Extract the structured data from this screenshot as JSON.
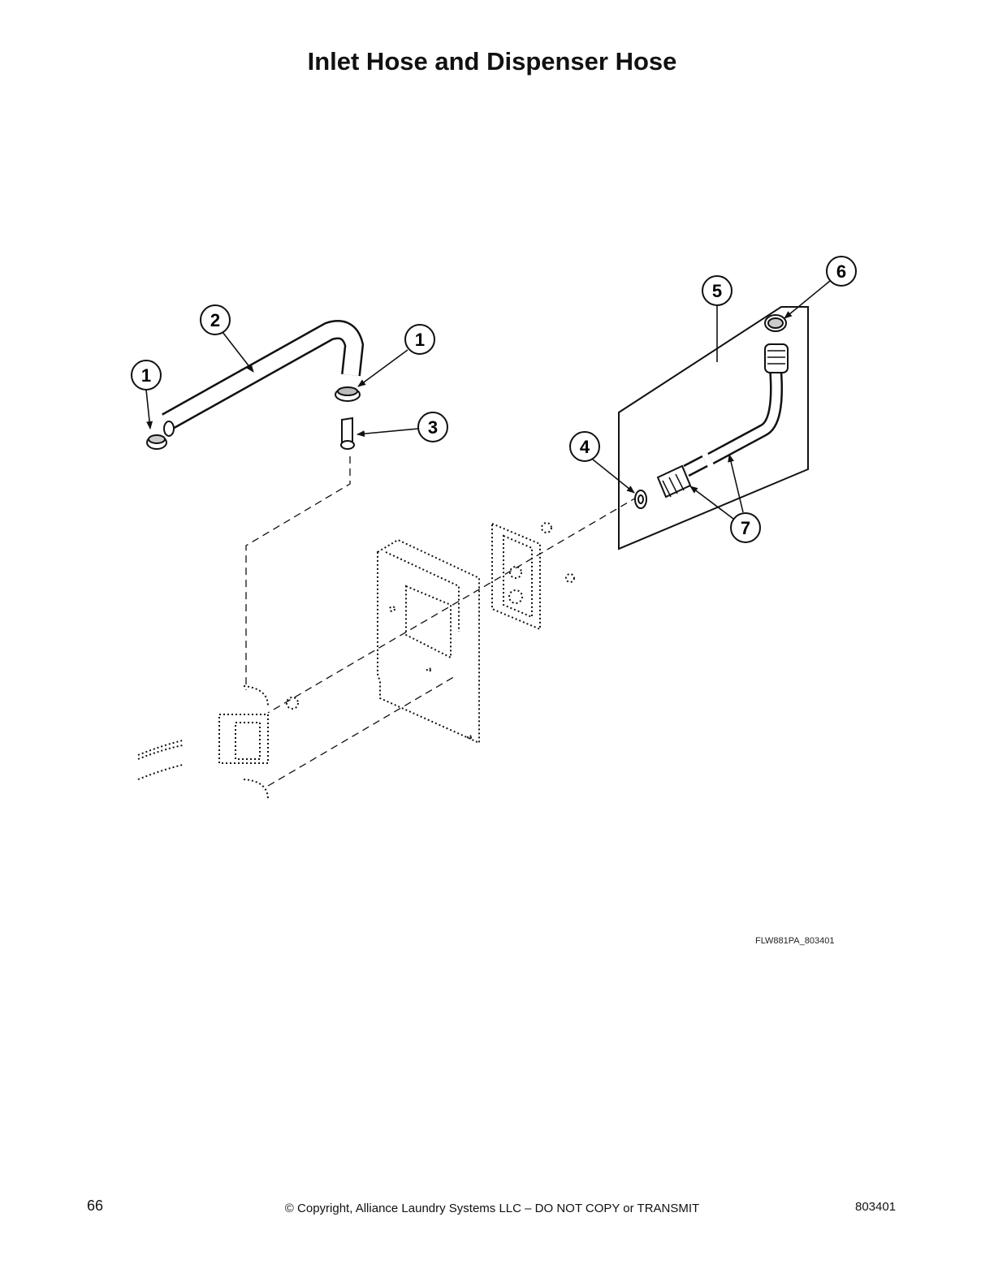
{
  "title": "Inlet Hose and Dispenser Hose",
  "figure_id": "FLW881PA_803401",
  "callouts": {
    "c1a": "1",
    "c2": "2",
    "c1b": "1",
    "c3": "3",
    "c4": "4",
    "c5": "5",
    "c6": "6",
    "c7": "7"
  },
  "footer": {
    "page_number": "66",
    "copyright": "© Copyright, Alliance Laundry Systems LLC – DO NOT COPY or TRANSMIT",
    "doc_number": "803401"
  }
}
